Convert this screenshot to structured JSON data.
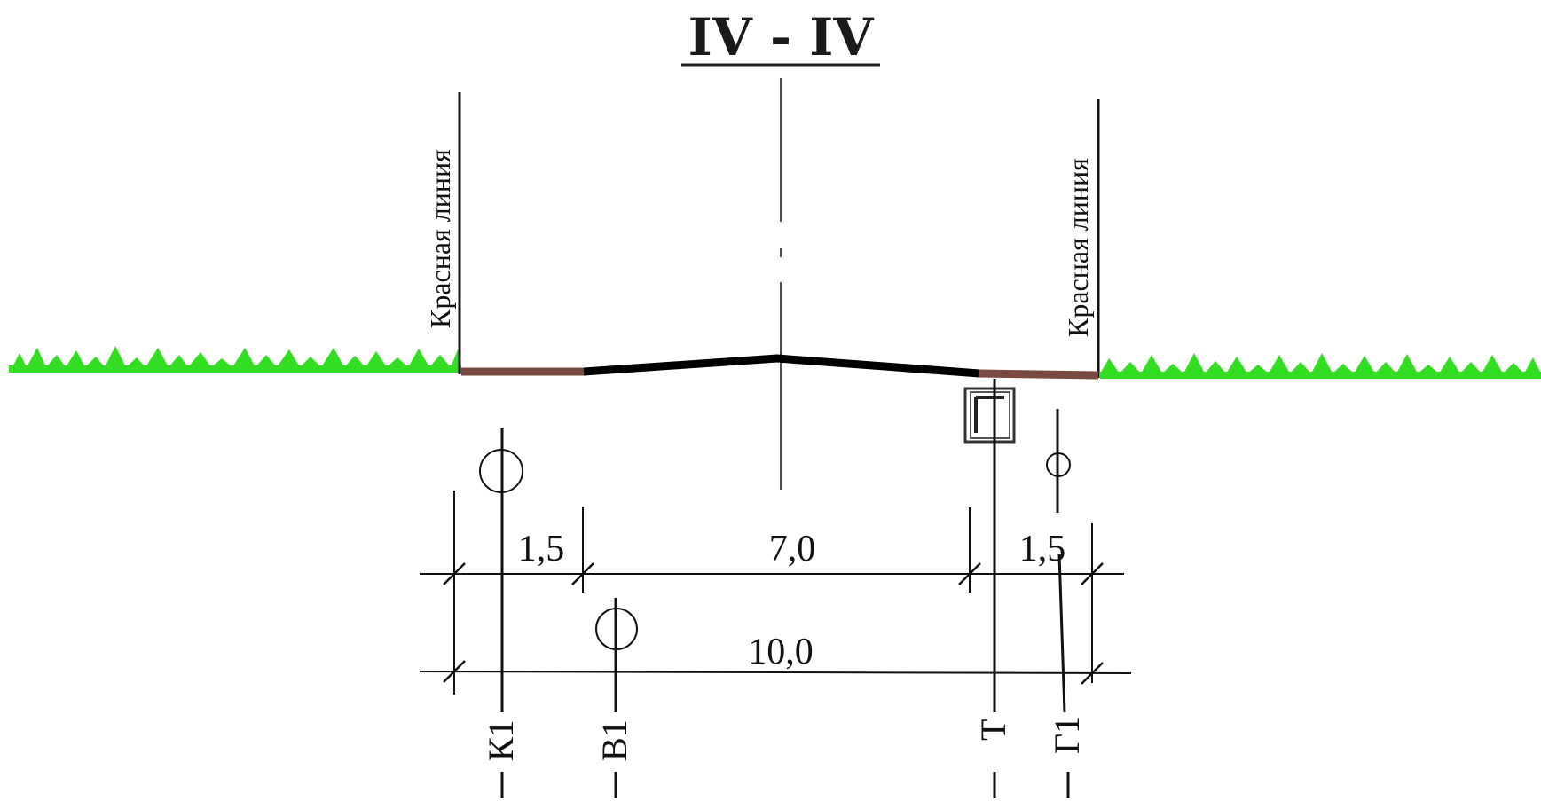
{
  "title": "IV - IV",
  "red_line_label_left": "Красная линия",
  "red_line_label_right": "Красная линия",
  "dimensions": {
    "left_sidewalk": "1,5",
    "carriageway": "7,0",
    "right_sidewalk": "1,5",
    "total": "10,0"
  },
  "utilities": [
    {
      "code": "К1"
    },
    {
      "code": "В1"
    },
    {
      "code": "Т"
    },
    {
      "code": "Г1"
    }
  ],
  "colors": {
    "grass": "#33dd22",
    "sidewalk": "#7a4a42",
    "pavement": "#000000",
    "lines": "#111111"
  },
  "icons": {
    "utility_pipe": "circle",
    "heating_channel": "square-channel"
  }
}
